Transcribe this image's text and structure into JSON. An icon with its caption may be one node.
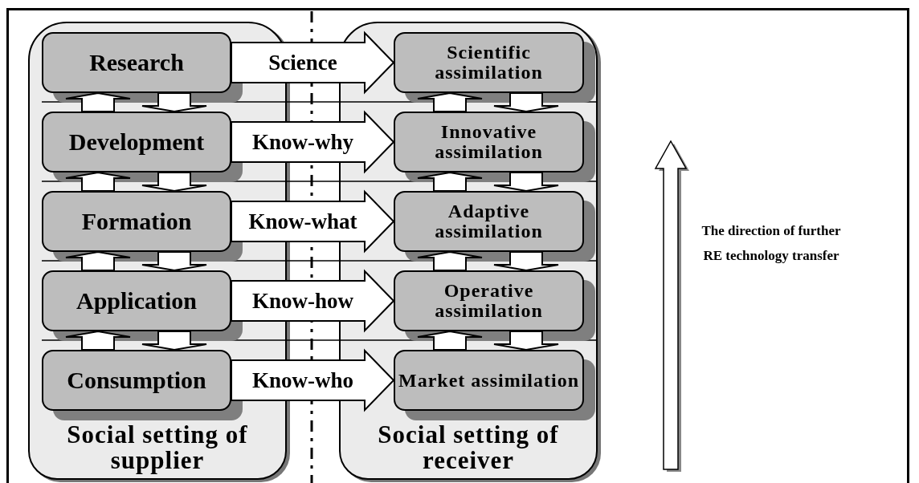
{
  "diagram": {
    "nodes": [
      {
        "text": [
          "Social setting of supplier"
        ]
      },
      {
        "text": [
          "Research"
        ],
        "in": 0
      },
      {
        "text": [
          "Development"
        ],
        "in": 0
      },
      {
        "text": [
          "Formation"
        ],
        "in": 0
      },
      {
        "text": [
          "Application"
        ],
        "in": 0
      },
      {
        "text": [
          "Consumption"
        ],
        "in": 0
      },
      {
        "text": [
          "Social setting of receiver"
        ]
      },
      {
        "text": [
          "Scientific assimilation"
        ],
        "in": 6
      },
      {
        "text": [
          "Innovative assimilation"
        ],
        "in": 6
      },
      {
        "text": [
          "Adaptive assimilation"
        ],
        "in": 6
      },
      {
        "text": [
          "Operative assimilation"
        ],
        "in": 6
      },
      {
        "text": [
          "Market assimilation"
        ],
        "in": 6
      }
    ],
    "edges": [
      {
        "from": 1,
        "to": 7,
        "arrow": "to",
        "label": "Science"
      },
      {
        "from": 2,
        "to": 8,
        "arrow": "to",
        "label": "Know-why"
      },
      {
        "from": 3,
        "to": 9,
        "arrow": "to",
        "label": "Know-what"
      },
      {
        "from": 4,
        "to": 10,
        "arrow": "to",
        "label": "Know-how"
      },
      {
        "from": 5,
        "to": 11,
        "arrow": "to",
        "label": "Know-who"
      },
      {
        "from": 2,
        "to": 1,
        "arrow": "to"
      },
      {
        "from": 1,
        "to": 2,
        "arrow": "to"
      },
      {
        "from": 3,
        "to": 2,
        "arrow": "to"
      },
      {
        "from": 2,
        "to": 3,
        "arrow": "to"
      },
      {
        "from": 4,
        "to": 3,
        "arrow": "to"
      },
      {
        "from": 3,
        "to": 4,
        "arrow": "to"
      },
      {
        "from": 5,
        "to": 4,
        "arrow": "to"
      },
      {
        "from": 4,
        "to": 5,
        "arrow": "to"
      },
      {
        "from": 8,
        "to": 7,
        "arrow": "to"
      },
      {
        "from": 7,
        "to": 8,
        "arrow": "to"
      },
      {
        "from": 9,
        "to": 8,
        "arrow": "to"
      },
      {
        "from": 8,
        "to": 9,
        "arrow": "to"
      },
      {
        "from": 10,
        "to": 9,
        "arrow": "to"
      },
      {
        "from": 9,
        "to": 10,
        "arrow": "to"
      },
      {
        "from": 11,
        "to": 10,
        "arrow": "to"
      },
      {
        "from": 10,
        "to": 11,
        "arrow": "to"
      }
    ],
    "labels": [
      "The direction of further RE technology transfer"
    ]
  }
}
